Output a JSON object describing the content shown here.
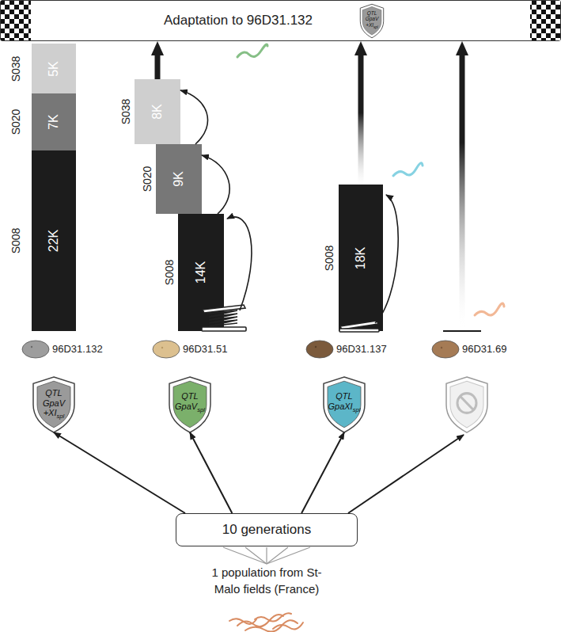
{
  "diagram": {
    "nodes": [
      {
        "text": [
          "Adaptation to 96D31.132"
        ]
      },
      {
        "text": [
          "QTL",
          "GpaV",
          "+XI",
          "spl"
        ],
        "in": 0
      },
      {
        "text": [
          "S038",
          "5K"
        ]
      },
      {
        "text": [
          "S020",
          "7K"
        ]
      },
      {
        "text": [
          "S008",
          "22K"
        ]
      },
      {
        "text": [
          "S038",
          "8K"
        ]
      },
      {
        "text": [
          "S020",
          "9K"
        ]
      },
      {
        "text": [
          "S008",
          "14K"
        ]
      },
      {
        "text": [
          "S008",
          "18K"
        ]
      },
      {
        "text": [
          "QTL",
          "GpaV",
          "+XI",
          "spl"
        ]
      },
      {
        "text": [
          "QTL",
          "GpaV",
          "spl"
        ]
      },
      {
        "text": [
          "QTL",
          "GpaXI",
          "spl"
        ]
      },
      {
        "text": [
          "10 generations"
        ]
      }
    ],
    "edges": [
      {
        "from": 7,
        "to": 6,
        "arrow": "to"
      },
      {
        "from": 6,
        "to": 5,
        "arrow": "to"
      },
      {
        "from": 5,
        "to": 0,
        "arrow": "to"
      },
      {
        "from": 8,
        "to": 0,
        "arrow": "to"
      },
      {
        "from": 12,
        "to": 9,
        "arrow": "to"
      },
      {
        "from": 12,
        "to": 10,
        "arrow": "to"
      },
      {
        "from": 12,
        "to": 11,
        "arrow": "to"
      }
    ],
    "labels": [
      "96D31.132",
      "96D31.51",
      "96D31.137",
      "96D31.69",
      "1 population from St-Malo fields (France)"
    ]
  }
}
